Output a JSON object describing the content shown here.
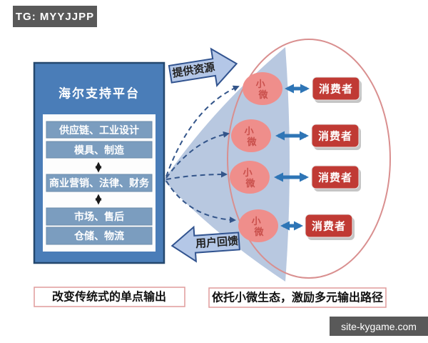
{
  "badge": {
    "label": "TG: MYYJJPP"
  },
  "watermark": {
    "label": "site-kygame.com"
  },
  "platform": {
    "title": "海尔支持平台",
    "bars": [
      "供应链、工业设计",
      "模具、制造",
      "商业营销、法律、财务",
      "市场、售后",
      "仓储、物流"
    ]
  },
  "arrows": {
    "top": "提供资源",
    "bottom": "用户回馈"
  },
  "ecosystem": {
    "rows": [
      {
        "micro_line1": "小",
        "micro_line2": "微",
        "consumer": "消费者"
      },
      {
        "micro_line1": "小",
        "micro_line2": "微",
        "consumer": "消费者"
      },
      {
        "micro_line1": "小",
        "micro_line2": "微",
        "consumer": "消费者"
      },
      {
        "micro_line1": "小",
        "micro_line2": "微",
        "consumer": "消费者"
      }
    ]
  },
  "captions": {
    "left": "改变传统式的单点输出",
    "right": "依托小微生态，激励多元输出路径"
  },
  "colors": {
    "platform_blue": "#4a7db8",
    "platform_border": "#24486e",
    "bar_blue": "#7b9dbf",
    "cone_blue": "#b8c8e0",
    "block_arrow_fill": "#b4c7e7",
    "block_arrow_stroke": "#31538f",
    "dashed_arrow": "#33558a",
    "ellipse_stroke": "#d98f8f",
    "micro_pink": "#ef8e8b",
    "consumer_red": "#c03a34",
    "double_arrow_blue": "#2e75b6",
    "caption_border": "#e09b9b",
    "badge_gray": "#595959"
  }
}
